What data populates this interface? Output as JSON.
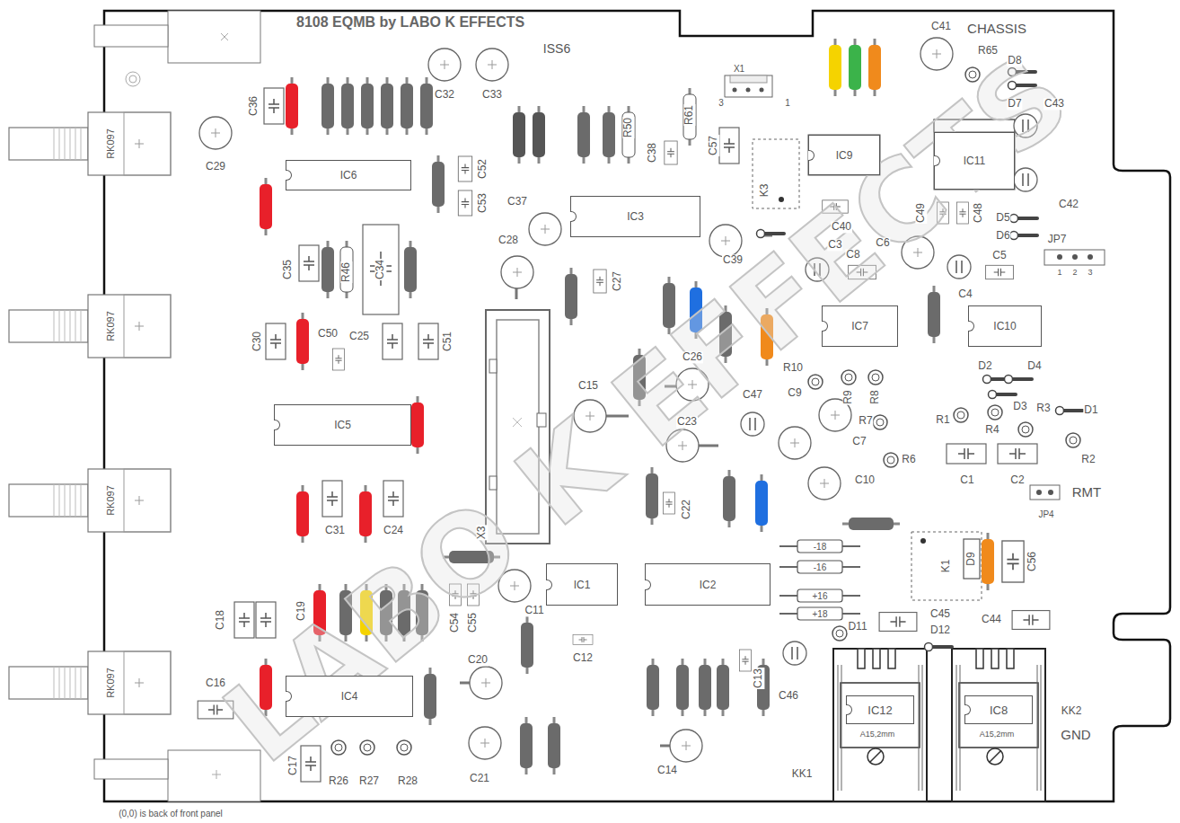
{
  "diagram": {
    "title": "8108 EQMB by LABO K EFFECTS",
    "nodes": [
      {
        "text": [
          "IC11"
        ]
      },
      {
        "text": [
          "IC9"
        ]
      },
      {
        "text": [
          "IC6"
        ]
      },
      {
        "text": [
          "IC3"
        ]
      },
      {
        "text": [
          "IC7"
        ]
      },
      {
        "text": [
          "IC10"
        ]
      },
      {
        "text": [
          "IC5"
        ]
      },
      {
        "text": [
          "IC1"
        ]
      },
      {
        "text": [
          "IC2"
        ]
      },
      {
        "text": [
          "IC4"
        ]
      },
      {
        "text": [
          "IC12"
        ]
      },
      {
        "text": [
          "IC8"
        ]
      }
    ],
    "labels": [
      "ISS6",
      "CHASSIS",
      "GND",
      "RMT",
      "(0,0) is back of front panel",
      "RK097",
      "RK097",
      "RK097",
      "RK097",
      "C36",
      "C29",
      "C32",
      "C33",
      "R50",
      "R61",
      "C38",
      "C57",
      "X1",
      "3",
      "1",
      "K3",
      "C41",
      "R65",
      "D8",
      "D7",
      "C43",
      "C52",
      "C53",
      "C37",
      "C40",
      "C48",
      "C49",
      "C42",
      "D5",
      "D6",
      "JP7",
      "1",
      "2",
      "3",
      "C35",
      "R46",
      "C34",
      "C28",
      "C27",
      "C39",
      "C3",
      "C8",
      "C6",
      "C4",
      "C5",
      "C30",
      "C50",
      "C25",
      "C51",
      "C15",
      "C26",
      "R10",
      "R9",
      "R8",
      "C47",
      "C9",
      "D2",
      "D4",
      "D3",
      "R3",
      "R1",
      "R4",
      "D1",
      "R7",
      "C7",
      "R6",
      "C23",
      "C10",
      "C1",
      "C2",
      "R2",
      "JP4",
      "C31",
      "C24",
      "X3",
      "C22",
      "-18",
      "-16",
      "+16",
      "+18",
      "K1",
      "D9",
      "C56",
      "C45",
      "D12",
      "D11",
      "C44",
      "C18",
      "C19",
      "C54",
      "C55",
      "C11",
      "C12",
      "C20",
      "C21",
      "C14",
      "C13",
      "C46",
      "C16",
      "C17",
      "R26",
      "R27",
      "R28",
      "KK1",
      "KK2",
      "A15,2mm",
      "A15,2mm",
      "LABO K EFFECTS"
    ]
  }
}
